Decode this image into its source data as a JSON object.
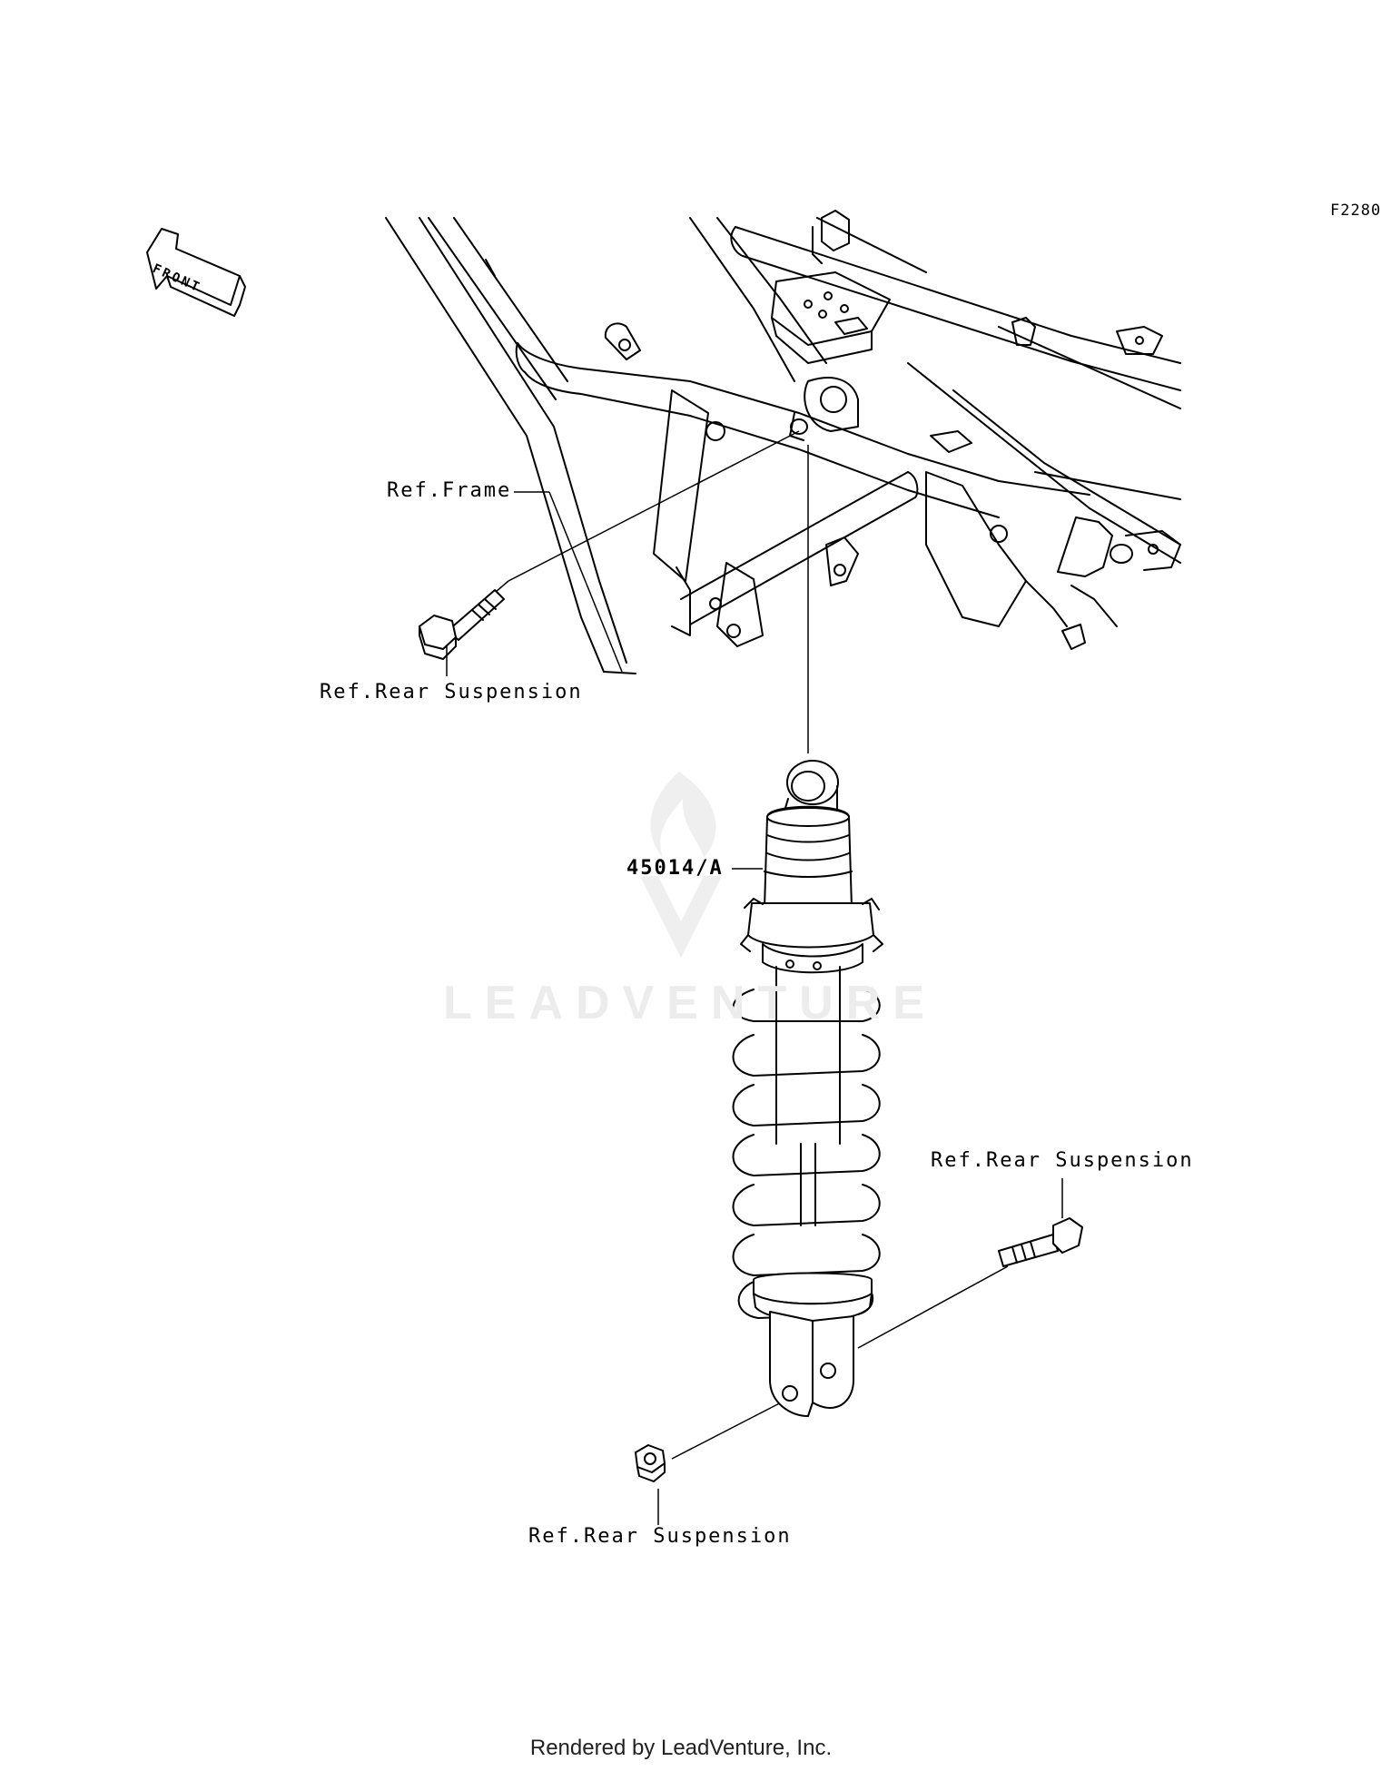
{
  "diagram": {
    "code": "F2280",
    "front_arrow": "FRONT",
    "watermark": "LEADVENTURE",
    "labels": {
      "frame": "Ref.Frame",
      "rear_suspension_upper_bolt": "Ref.Rear Suspension",
      "shock_part": "45014/A",
      "rear_suspension_lower_bolt": "Ref.Rear Suspension",
      "rear_suspension_nut": "Ref.Rear Suspension"
    },
    "footer": "Rendered by LeadVenture, Inc."
  }
}
